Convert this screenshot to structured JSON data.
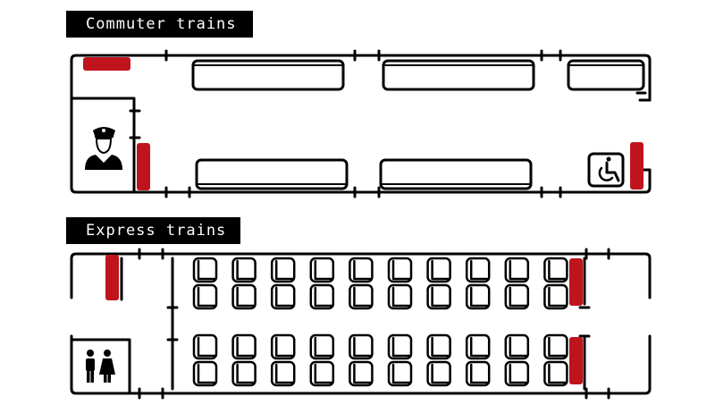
{
  "commuter": {
    "label": "Commuter trains",
    "accent_color": "#c0141c",
    "icons": [
      "train-conductor-icon",
      "wheelchair-icon"
    ]
  },
  "express": {
    "label": "Express trains",
    "accent_color": "#c0141c",
    "seat_rows": 4,
    "seat_columns": 10,
    "icons": [
      "restroom-icon"
    ]
  }
}
